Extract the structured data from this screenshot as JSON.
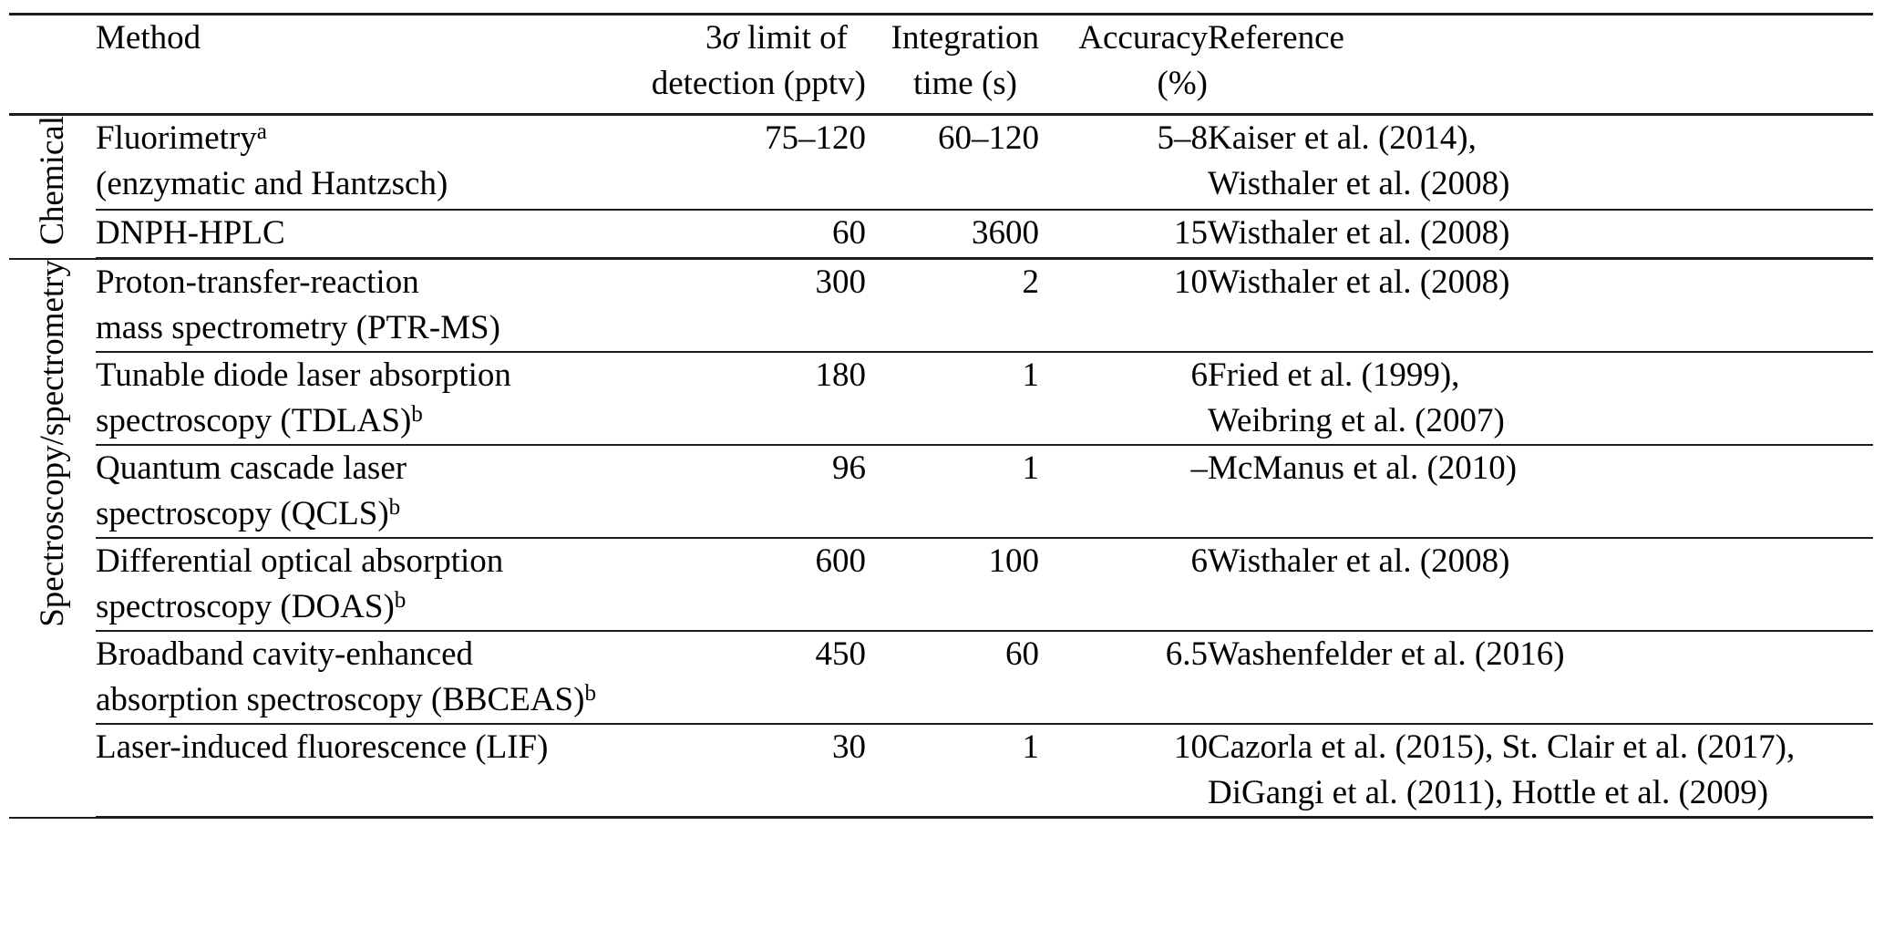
{
  "table": {
    "title_semantic": "Comparison of formaldehyde measurement methods",
    "headers": {
      "method": "Method",
      "lod_line1_pre": "3",
      "lod_sigma": "σ",
      "lod_line1_post": " limit of",
      "lod_line2": "detection (pptv)",
      "time_line1": "Integration",
      "time_line2": "time (s)",
      "acc_line1": "Accuracy",
      "acc_line2": "(%)",
      "reference": "Reference"
    },
    "groups": [
      {
        "label": "Chemical"
      },
      {
        "label": "Spectroscopy/spectrometry"
      }
    ],
    "rows": [
      {
        "line1": "Fluorimetry",
        "sup1": "a",
        "line2": "(enzymatic and Hantzsch)",
        "lod": "75–120",
        "time": "60–120",
        "acc": "5–8",
        "ref1": "Kaiser et al. (2014),",
        "ref2": "Wisthaler et al. (2008)"
      },
      {
        "line1": "DNPH-HPLC",
        "lod": "60",
        "time": "3600",
        "acc": "15",
        "ref1": "Wisthaler et al. (2008)"
      },
      {
        "line1": "Proton-transfer-reaction",
        "line2": "mass spectrometry (PTR-MS)",
        "lod": "300",
        "time": "2",
        "acc": "10",
        "ref1": "Wisthaler et al. (2008)"
      },
      {
        "line1": "Tunable diode laser absorption",
        "line2": "spectroscopy (TDLAS)",
        "sup2": "b",
        "lod": "180",
        "time": "1",
        "acc": "6",
        "ref1": "Fried et al. (1999),",
        "ref2": "Weibring et al. (2007)"
      },
      {
        "line1": "Quantum cascade laser",
        "line2": "spectroscopy (QCLS)",
        "sup2": "b",
        "lod": "96",
        "time": "1",
        "acc": "–",
        "ref1": "McManus et al. (2010)"
      },
      {
        "line1": "Differential optical absorption",
        "line2": "spectroscopy (DOAS)",
        "sup2": "b",
        "lod": "600",
        "time": "100",
        "acc": "6",
        "ref1": "Wisthaler et al. (2008)"
      },
      {
        "line1": "Broadband cavity-enhanced",
        "line2": "absorption spectroscopy (BBCEAS)",
        "sup2": "b",
        "lod": "450",
        "time": "60",
        "acc": "6.5",
        "ref1": "Washenfelder et al. (2016)"
      },
      {
        "line1": "Laser-induced fluorescence (LIF)",
        "lod": "30",
        "time": "1",
        "acc": "10",
        "ref1": "Cazorla et al. (2015), St. Clair et al. (2017),",
        "ref2": "DiGangi et al. (2011), Hottle et al. (2009)"
      }
    ]
  }
}
